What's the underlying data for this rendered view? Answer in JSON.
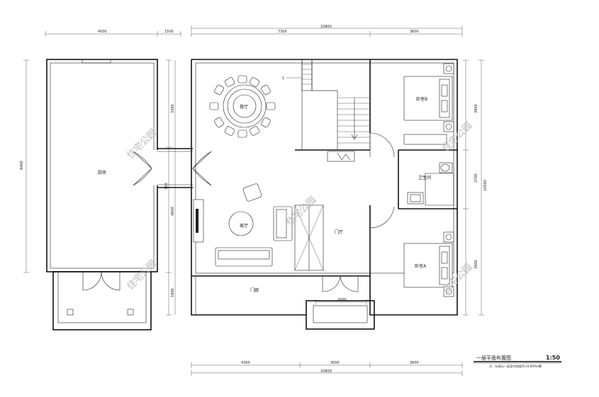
{
  "dimensions": {
    "top_left_4500": "4500",
    "top_left_1500": "1500",
    "top_total_10800": "10800",
    "top_7300": "7300",
    "top_3600": "3600",
    "left_8400": "8400",
    "mid_3300": "3300",
    "mid_300": "300",
    "mid_4800": "4800",
    "mid_1800": "1800",
    "right_3900": "3900",
    "right_2700": "2700",
    "right_10500": "10500",
    "right_3900b": "3900",
    "entry_2000": "2000",
    "bottom_4300": "4300",
    "bottom_3000": "3000",
    "bottom_3600": "3600",
    "bottom_total_10800": "10800"
  },
  "rooms": {
    "kitchen": "厨房",
    "dining": "餐厅",
    "living": "客厅",
    "hall": "门厅",
    "porch": "门廊",
    "bathroom": "卫生间",
    "bedroom_b": "卧室B",
    "bedroom_a": "卧室A"
  },
  "stair_mark": "1",
  "title_block": {
    "title": "一层平面布置图",
    "scale": "1:50",
    "note": "注：标高以一层室内地面为±0.000计算"
  },
  "watermark": "住宅公园"
}
